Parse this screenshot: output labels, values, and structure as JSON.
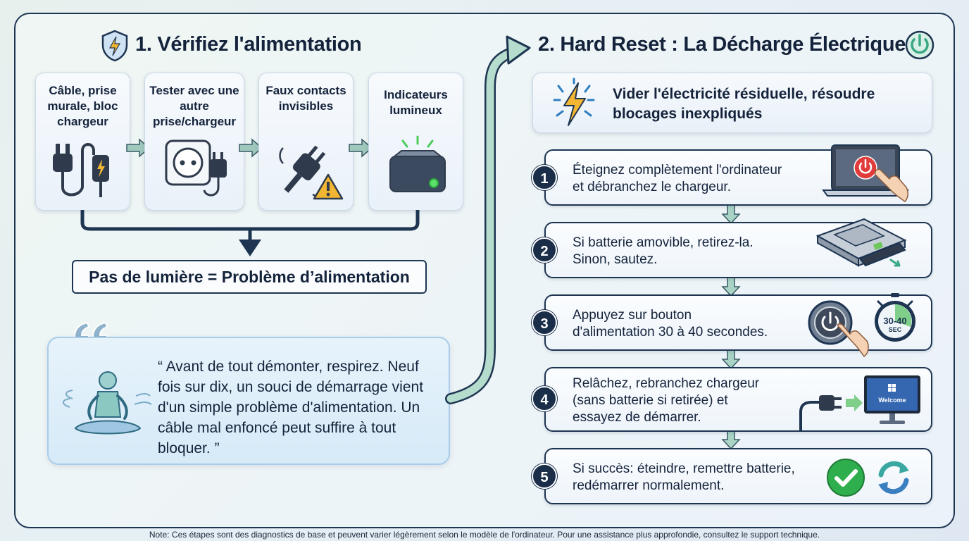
{
  "section1": {
    "title": "1. Vérifiez l'alimentation",
    "cards": [
      {
        "label": "Câble, prise murale, bloc chargeur",
        "icon": "plug-cable-charger-icon"
      },
      {
        "label": "Tester avec une autre prise/chargeur",
        "icon": "wall-socket-icon"
      },
      {
        "label": "Faux contacts invisibles",
        "icon": "loose-plug-warning-icon"
      },
      {
        "label": "Indicateurs lumineux",
        "icon": "power-indicator-light-icon"
      }
    ],
    "result": "Pas de lumière = Problème d’alimentation"
  },
  "quote": {
    "text": "“ Avant de tout démonter, respirez. Neuf fois sur dix, un souci de démarrage vient d'un simple problème d'alimentation. Un câble mal enfoncé peut suffire à tout bloquer. ”",
    "icon": "meditating-person-icon"
  },
  "section2": {
    "title": "2. Hard Reset : La Décharge Électrique",
    "banner": "Vider l'électricité résiduelle, résoudre blocages inexpliqués",
    "steps": [
      {
        "num": "1",
        "line1": "Éteignez complètement l'ordinateur",
        "line2": "et débranchez le chargeur.",
        "line3": "",
        "icon": "laptop-power-press-icon"
      },
      {
        "num": "2",
        "line1": "Si batterie amovible, retirez-la.",
        "line2": "Sinon, sautez.",
        "line3": "",
        "icon": "laptop-battery-removal-icon"
      },
      {
        "num": "3",
        "line1": "Appuyez sur bouton",
        "line2": "d'alimentation 30 à 40 secondes.",
        "line3": "",
        "icon": "power-button-timer-icon"
      },
      {
        "num": "4",
        "line1": "Relâchez, rebranchez chargeur",
        "line2": "(sans batterie si retirée) et",
        "line3": "essayez de démarrer.",
        "icon": "plug-monitor-welcome-icon"
      },
      {
        "num": "5",
        "line1": "Si succès: éteindre, remettre batterie,",
        "line2": "redémarrer normalement.",
        "line3": "",
        "icon": "check-refresh-icon"
      }
    ],
    "timer_label_top": "30-40",
    "timer_label_bottom": "SEC",
    "monitor_label": "Welcome"
  },
  "note": "Note: Ces étapes sont des diagnostics de base et peuvent varier légèrement selon le modèle de l'ordinateur. Pour une assistance plus approfondie, consultez le support technique.",
  "colors": {
    "navy": "#1a2e4a",
    "accent_teal": "#7fb7a8",
    "power_red": "#e23b3b",
    "success_green": "#2fae4e"
  }
}
